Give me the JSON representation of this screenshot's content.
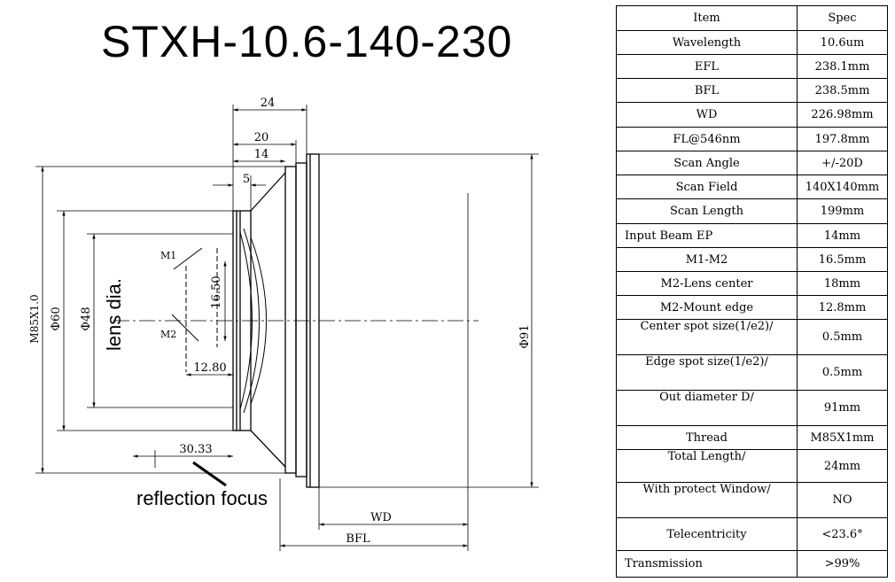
{
  "title": "STXH-10.6-140-230",
  "drawing": {
    "dims": {
      "d24": "24",
      "d20": "20",
      "d14": "14",
      "d5": "5",
      "m85": "M85X1.0",
      "d60": "Φ60",
      "d48": "Φ48",
      "d91": "Φ91",
      "d1650": "16.50",
      "d1280": "12.80",
      "d3033": "30.33",
      "wd": "WD",
      "bfl": "BFL"
    },
    "labels": {
      "m1": "M1",
      "m2": "M2",
      "lens_dia": "lens dia.",
      "reflection_focus": "reflection focus"
    }
  },
  "spec_table": {
    "header": {
      "item": "Item",
      "spec": "Spec"
    },
    "rows": [
      {
        "item": "Wavelength",
        "spec": "10.6um"
      },
      {
        "item": "EFL",
        "spec": "238.1mm"
      },
      {
        "item": "BFL",
        "spec": "238.5mm"
      },
      {
        "item": "WD",
        "spec": "226.98mm"
      },
      {
        "item": "FL@546nm",
        "spec": "197.8mm"
      },
      {
        "item": "Scan Angle",
        "spec": "+/-20D"
      },
      {
        "item": "Scan Field",
        "spec": "140X140mm"
      },
      {
        "item": "Scan Length",
        "spec": "199mm"
      },
      {
        "item": "Input Beam EP",
        "spec": "14mm"
      },
      {
        "item": "M1-M2",
        "spec": "16.5mm"
      },
      {
        "item": "M2-Lens center",
        "spec": "18mm"
      },
      {
        "item": "M2-Mount edge",
        "spec": "12.8mm"
      },
      {
        "item": "Center spot size(1/e2)/",
        "spec": "0.5mm"
      },
      {
        "item": "Edge spot size(1/e2)/",
        "spec": "0.5mm"
      },
      {
        "item": "Out diameter D/",
        "spec": "91mm"
      },
      {
        "item": "Thread",
        "spec": "M85X1mm"
      },
      {
        "item": "Total Length/",
        "spec": "24mm"
      },
      {
        "item": "With protect Window/",
        "spec": "NO"
      },
      {
        "item": "Telecentricity",
        "spec": "<23.6°"
      },
      {
        "item": "Transmission",
        "spec": ">99%"
      }
    ]
  }
}
